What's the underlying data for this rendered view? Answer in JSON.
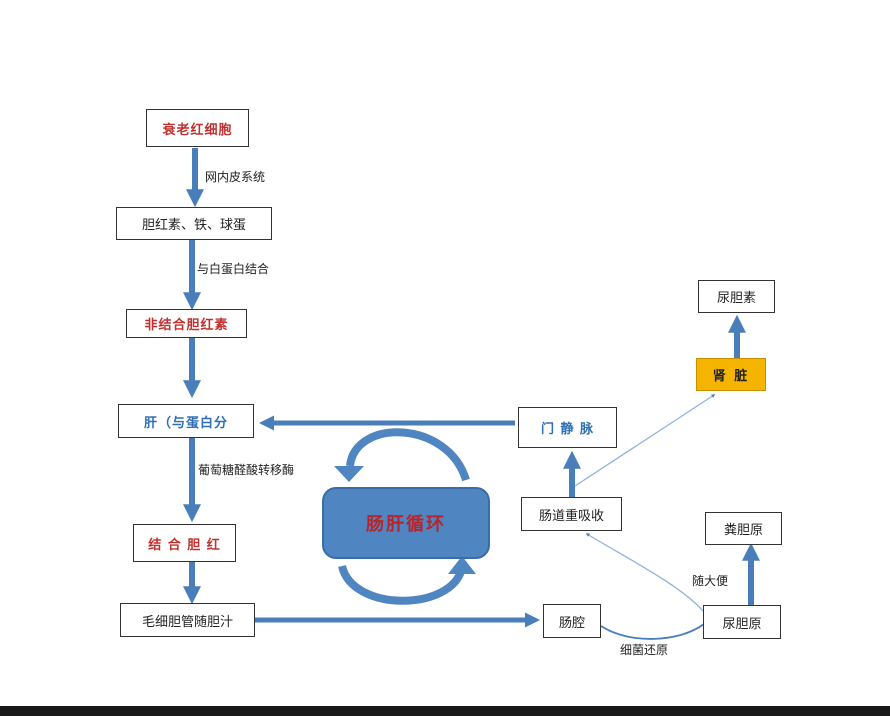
{
  "nodes": {
    "aging_rbc": "衰老红细胞",
    "bilirubin_iron_globin": "胆红素、铁、球蛋",
    "unconjugated_bilirubin": "非结合胆红素",
    "liver": "肝（与蛋白分",
    "conjugated_bilirubin": "结 合 胆 红",
    "bile_canaliculi": "毛细胆管随胆汁",
    "intestinal_lumen": "肠腔",
    "urobilinogen": "尿胆原",
    "stercobilinogen": "粪胆原",
    "intestinal_reabsorption": "肠道重吸收",
    "portal_vein": "门  静  脉",
    "kidney": "肾 脏",
    "urobilin": "尿胆素"
  },
  "edge_labels": {
    "reticuloendothelial": "网内皮系统",
    "albumin_binding": "与白蛋白结合",
    "glucuronyl_transferase": "葡萄糖醛酸转移酶",
    "bacterial_reduction": "细菌还原",
    "with_feces": "随大便"
  },
  "cycle": {
    "label": "肠肝循环"
  },
  "colors": {
    "arrow_blue": "#4a7ebb",
    "thin_arrow": "#8db3dd",
    "red_text": "#c0302f",
    "blue_text": "#2e6fb5",
    "kidney_fill": "#f5b400",
    "cycle_fill": "#4f85c1"
  }
}
